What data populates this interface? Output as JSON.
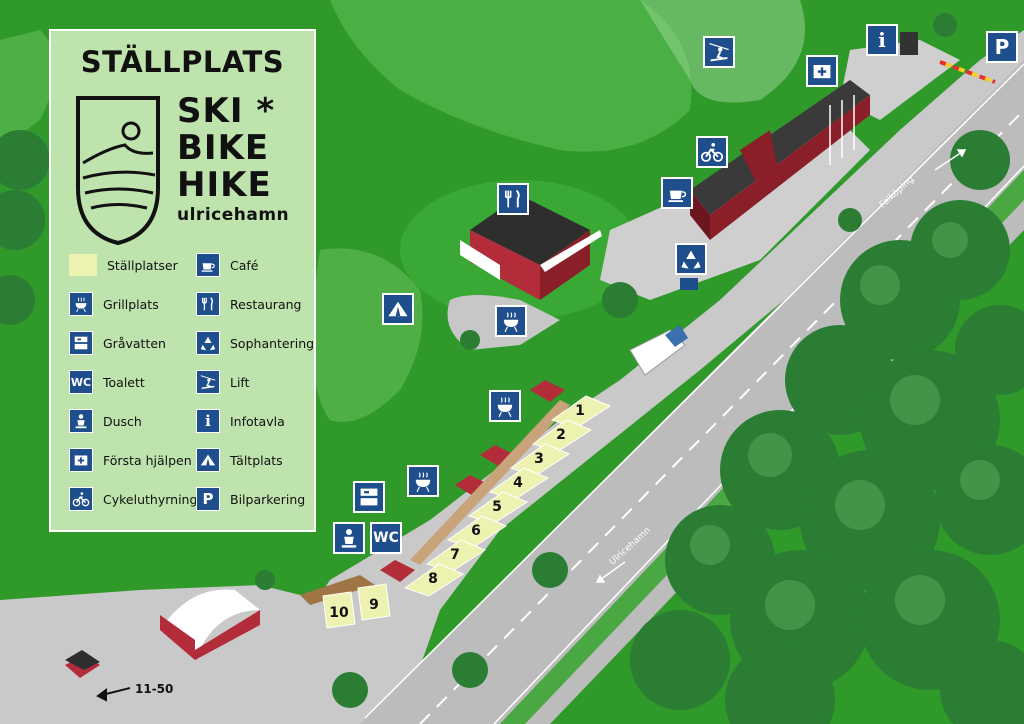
{
  "legend": {
    "title": "STÄLLPLATS",
    "logo": {
      "line1": "SKI",
      "asterisk": "*",
      "line2": "BIKE",
      "line3": "HIKE",
      "line4": "ulricehamn"
    },
    "items_left": [
      {
        "icon": "swatch",
        "label": "Ställplatser"
      },
      {
        "icon": "grill-icon",
        "label": "Grillplats"
      },
      {
        "icon": "greywater-icon",
        "label": "Gråvatten"
      },
      {
        "icon": "wc-icon",
        "label": "Toalett"
      },
      {
        "icon": "shower-icon",
        "label": "Dusch"
      },
      {
        "icon": "first-aid-icon",
        "label": "Första hjälpen"
      },
      {
        "icon": "bike-icon",
        "label": "Cykeluthyrning"
      }
    ],
    "items_right": [
      {
        "icon": "cafe-icon",
        "label": "Café"
      },
      {
        "icon": "restaurant-icon",
        "label": "Restaurang"
      },
      {
        "icon": "recycle-icon",
        "label": "Sophantering"
      },
      {
        "icon": "lift-icon",
        "label": "Lift"
      },
      {
        "icon": "info-icon",
        "label": "Infotavla"
      },
      {
        "icon": "tent-icon",
        "label": "Tältplats"
      },
      {
        "icon": "parking-icon",
        "label": "Bilparkering"
      }
    ],
    "wc_text": "WC",
    "info_text": "i",
    "parking_text": "P"
  },
  "lots": [
    "1",
    "2",
    "3",
    "4",
    "5",
    "6",
    "7",
    "8",
    "9",
    "10"
  ],
  "roads": {
    "falkoping": "Falköping",
    "ulricehamn": "Ulricehamn"
  },
  "direction_label": "11-50",
  "colors": {
    "grass": "#2f9a2a",
    "lot": "#eef2b0",
    "icon": "#1f4e8c",
    "road": "#c9c9c9"
  }
}
